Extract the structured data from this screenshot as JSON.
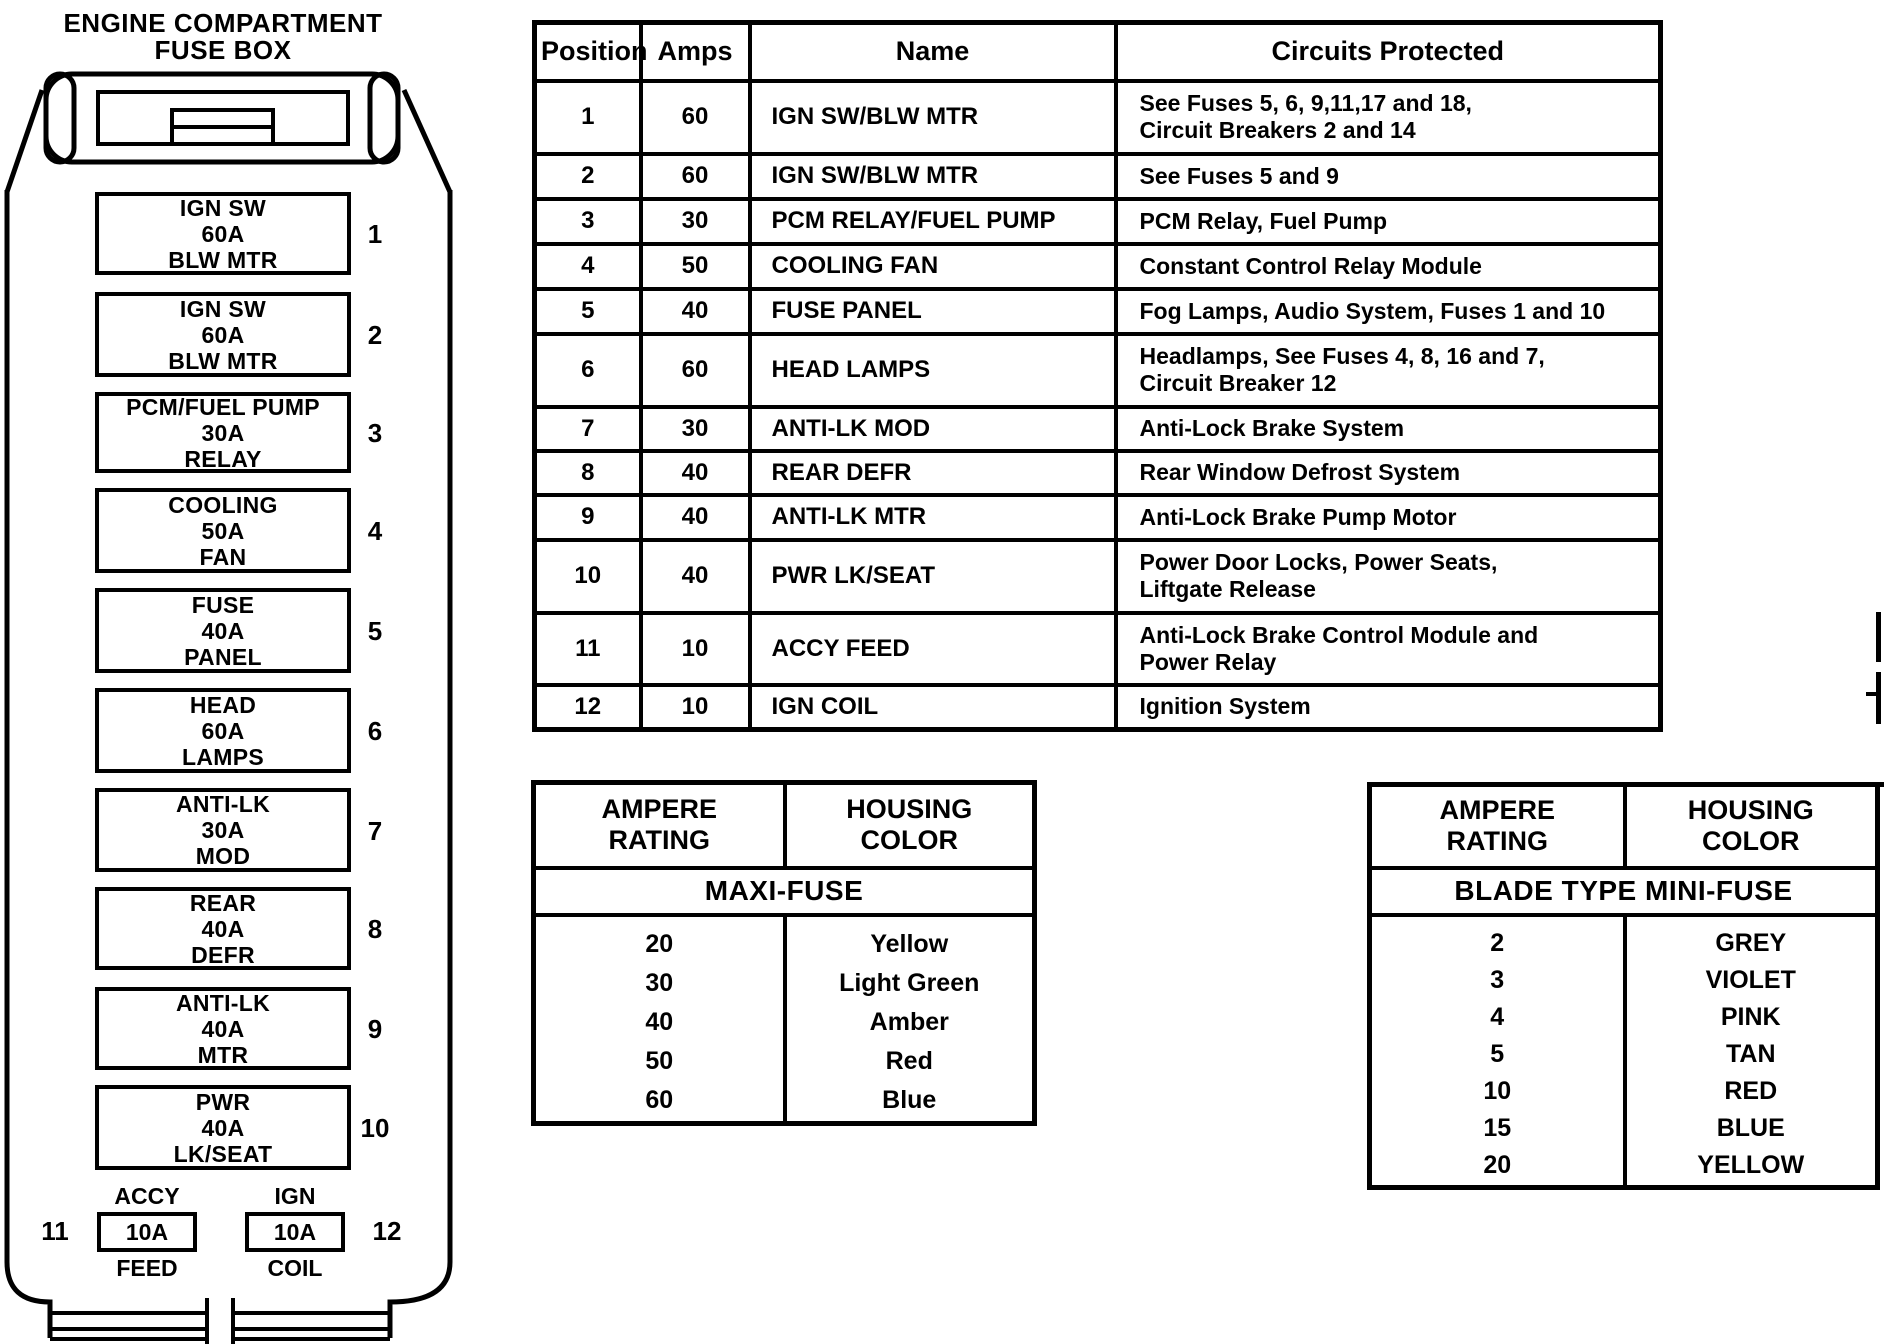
{
  "diagram": {
    "title": [
      "ENGINE COMPARTMENT",
      "FUSE BOX"
    ],
    "blocks": [
      {
        "num": "1",
        "label": [
          "IGN SW",
          "60A",
          "BLW MTR"
        ]
      },
      {
        "num": "2",
        "label": [
          "IGN SW",
          "60A",
          "BLW MTR"
        ]
      },
      {
        "num": "3",
        "label": [
          "PCM/FUEL PUMP",
          "30A",
          "RELAY"
        ]
      },
      {
        "num": "4",
        "label": [
          "COOLING",
          "50A",
          "FAN"
        ]
      },
      {
        "num": "5",
        "label": [
          "FUSE",
          "40A",
          "PANEL"
        ]
      },
      {
        "num": "6",
        "label": [
          "HEAD",
          "60A",
          "LAMPS"
        ]
      },
      {
        "num": "7",
        "label": [
          "ANTI-LK",
          "30A",
          "MOD"
        ]
      },
      {
        "num": "8",
        "label": [
          "REAR",
          "40A",
          "DEFR"
        ]
      },
      {
        "num": "9",
        "label": [
          "ANTI-LK",
          "40A",
          "MTR"
        ]
      },
      {
        "num": "10",
        "label": [
          "PWR",
          "40A",
          "LK/SEAT"
        ]
      }
    ],
    "bottom_fuses": [
      {
        "num": "11",
        "top_label": "ACCY",
        "value": "10A",
        "bottom_label": "FEED"
      },
      {
        "num": "12",
        "top_label": "IGN",
        "value": "10A",
        "bottom_label": "COIL"
      }
    ]
  },
  "main_table": {
    "headers": [
      "Position",
      "Amps",
      "Name",
      "Circuits Protected"
    ],
    "rows": [
      {
        "position": "1",
        "amps": "60",
        "name": "IGN SW/BLW MTR",
        "circuits": [
          "See Fuses 5, 6, 9,11,17 and 18,",
          "Circuit Breakers 2 and 14"
        ]
      },
      {
        "position": "2",
        "amps": "60",
        "name": "IGN SW/BLW MTR",
        "circuits": [
          "See Fuses 5 and 9"
        ]
      },
      {
        "position": "3",
        "amps": "30",
        "name": "PCM RELAY/FUEL PUMP",
        "circuits": [
          "PCM Relay, Fuel Pump"
        ]
      },
      {
        "position": "4",
        "amps": "50",
        "name": "COOLING FAN",
        "circuits": [
          "Constant Control Relay Module"
        ]
      },
      {
        "position": "5",
        "amps": "40",
        "name": "FUSE PANEL",
        "circuits": [
          "Fog Lamps, Audio System, Fuses 1 and 10"
        ]
      },
      {
        "position": "6",
        "amps": "60",
        "name": "HEAD LAMPS",
        "circuits": [
          "Headlamps, See Fuses 4, 8, 16 and 7,",
          "Circuit Breaker 12"
        ]
      },
      {
        "position": "7",
        "amps": "30",
        "name": "ANTI-LK MOD",
        "circuits": [
          "Anti-Lock Brake System"
        ]
      },
      {
        "position": "8",
        "amps": "40",
        "name": "REAR DEFR",
        "circuits": [
          "Rear Window Defrost System"
        ]
      },
      {
        "position": "9",
        "amps": "40",
        "name": "ANTI-LK MTR",
        "circuits": [
          "Anti-Lock Brake Pump Motor"
        ]
      },
      {
        "position": "10",
        "amps": "40",
        "name": "PWR LK/SEAT",
        "circuits": [
          "Power Door Locks, Power Seats,",
          "Liftgate Release"
        ]
      },
      {
        "position": "11",
        "amps": "10",
        "name": "ACCY FEED",
        "circuits": [
          "Anti-Lock Brake Control Module and",
          "Power Relay"
        ]
      },
      {
        "position": "12",
        "amps": "10",
        "name": "IGN COIL",
        "circuits": [
          "Ignition System"
        ]
      }
    ]
  },
  "maxi_fuse_table": {
    "col1_header": [
      "AMPERE",
      "RATING"
    ],
    "col2_header": [
      "HOUSING",
      "COLOR"
    ],
    "span_header": "MAXI-FUSE",
    "ratings": [
      "20",
      "30",
      "40",
      "50",
      "60"
    ],
    "colors": [
      "Yellow",
      "Light Green",
      "Amber",
      "Red",
      "Blue"
    ]
  },
  "mini_fuse_table": {
    "col1_header": [
      "AMPERE",
      "RATING"
    ],
    "col2_header": [
      "HOUSING",
      "COLOR"
    ],
    "span_header": "BLADE TYPE MINI-FUSE",
    "ratings": [
      "2",
      "3",
      "4",
      "5",
      "10",
      "15",
      "20"
    ],
    "colors": [
      "GREY",
      "VIOLET",
      "PINK",
      "TAN",
      "RED",
      "BLUE",
      "YELLOW"
    ]
  },
  "ink_color": "#000000",
  "paper_color": "#ffffff"
}
